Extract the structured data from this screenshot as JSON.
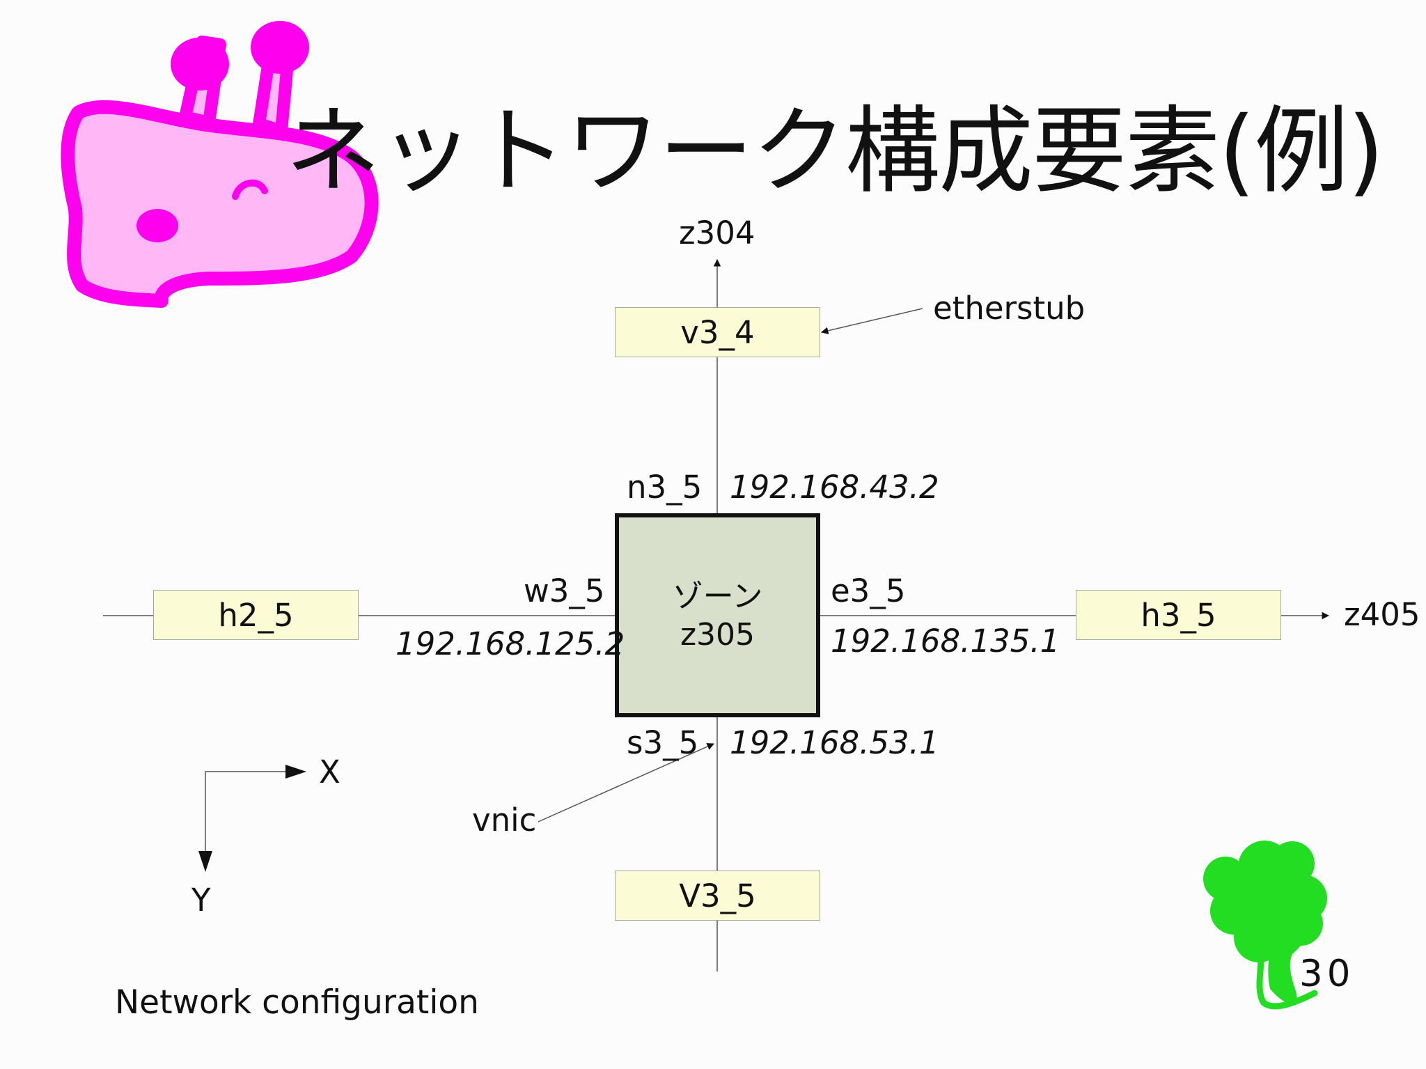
{
  "title": "ネットワーク構成要素(例)",
  "zone": {
    "name": "ゾーン",
    "id": "z305"
  },
  "etherstubs": {
    "north": "v3_4",
    "south": "V3_5"
  },
  "hosts": {
    "west": "h2_5",
    "east": "h3_5"
  },
  "vnics": {
    "north": {
      "name": "n3_5",
      "ip": "192.168.43.2"
    },
    "south": {
      "name": "s3_5",
      "ip": "192.168.53.1"
    },
    "west": {
      "name": "w3_5",
      "ip": "192.168.125.2"
    },
    "east": {
      "name": "e3_5",
      "ip": "192.168.135.1"
    }
  },
  "destinations": {
    "north": "z304",
    "east": "z405"
  },
  "annotations": {
    "etherstub": "etherstub",
    "vnic": "vnic"
  },
  "axes": {
    "x": "X",
    "y": "Y"
  },
  "caption": "Network configuration",
  "page_number": "30",
  "colors": {
    "giraffe": "#ff00ee",
    "giraffe_fill": "#ffb8f5",
    "clover": "#22dd22",
    "box_fill": "#fbfbd6",
    "zone_fill": "#d8e0cb"
  }
}
